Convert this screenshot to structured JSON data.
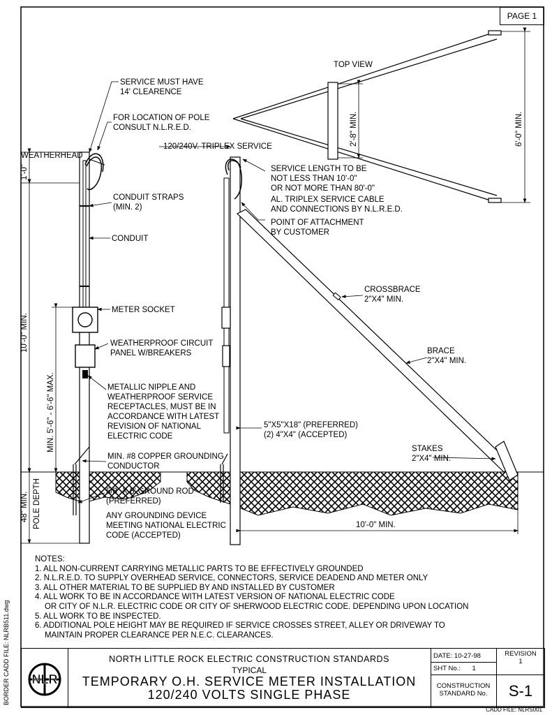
{
  "page_label": "PAGE 1",
  "side_label": "BORDER CADD FILE: NLRB511.dwg",
  "cadd_file": "CADD FILE: NLRS001",
  "labels": {
    "top_view": "TOP VIEW",
    "service_must_1": "SERVICE MUST HAVE",
    "service_must_2": "14' CLEARENCE",
    "location_1": "FOR LOCATION OF POLE",
    "location_2": "CONSULT N.L.R.E.D.",
    "triplex": "120/240V. TRIPLEX SERVICE",
    "weatherhead": "WEATHERHEAD",
    "service_len_1": "SERVICE LENGTH TO BE",
    "service_len_2": "NOT LESS THAN 10'-0\"",
    "service_len_3": "OR NOT MORE THAN 80'-0\"",
    "service_len_4": "AL. TRIPLEX SERVICE CABLE",
    "service_len_5": "AND CONNECTIONS BY N.L.R.E.D.",
    "attach_1": "POINT OF ATTACHMENT",
    "attach_2": "BY CUSTOMER",
    "straps_1": "CONDUIT STRAPS",
    "straps_2": "(MIN. 2)",
    "conduit": "CONDUIT",
    "crossbrace_1": "CROSSBRACE",
    "crossbrace_2": "2\"X4\" MIN.",
    "meter_socket": "METER SOCKET",
    "panel_1": "WEATHERPROOF CIRCUIT",
    "panel_2": "PANEL W/BREAKERS",
    "brace_1": "BRACE",
    "brace_2": "2\"X4\" MIN.",
    "nipple_1": "METALLIC NIPPLE AND",
    "nipple_2": "WEATHERPROOF SERVICE",
    "nipple_3": "RECEPTACLES, MUST BE IN",
    "nipple_4": "ACCORDANCE WITH LATEST",
    "nipple_5": "REVISION OF NATIONAL",
    "nipple_6": "ELECTRIC CODE",
    "post_1": "5\"X5\"X18\" (PREFERRED)",
    "post_2": "(2) 4\"X4\" (ACCEPTED)",
    "stakes_1": "STAKES",
    "stakes_2": "2\"X4\" MIN.",
    "ground_cond_1": "MIN. #8 COPPER GROUNDING",
    "ground_cond_2": "CONDUCTOR",
    "rod_1": "5/8\" X 8' GROUND ROD",
    "rod_2": "(PREFERRED)",
    "device_1": "ANY GROUNDING DEVICE",
    "device_2": "MEETING NATIONAL ELECTRIC",
    "device_3": "CODE (ACCEPTED)"
  },
  "dimensions": {
    "d_1ft": "1'-0\"",
    "d_10ft_min": "10'-0\" MIN.",
    "d_5_6": "MIN. 5'-6\" - 6'-6\" MAX.",
    "d_48": "48\" MIN.",
    "d_pole_depth": "POLE DEPTH",
    "d_2_8": "2'-8\" MIN.",
    "d_6_0": "6'-0\" MIN.",
    "d_10_bottom": "10'-0\" MIN."
  },
  "notes_heading": "NOTES:",
  "notes": [
    "1. ALL NON-CURRENT CARRYING METALLIC PARTS TO BE EFFECTIVELY GROUNDED",
    "2. N.L.R.E.D. TO SUPPLY OVERHEAD SERVICE, CONNECTORS, SERVICE DEADEND AND METER ONLY",
    "3. ALL OTHER MATERIAL TO BE SUPPLIED BY AND INSTALLED BY CUSTOMER",
    "4. ALL WORK TO BE IN ACCORDANCE WITH LATEST VERSION OF NATIONAL ELECTRIC CODE",
    "    OR CITY OF N.L.R. ELECTRIC CODE OR CITY OF SHERWOOD ELECTRIC CODE. DEPENDING UPON LOCATION",
    "5. ALL WORK TO BE INSPECTED.",
    "6. ADDITIONAL POLE HEIGHT MAY BE REQUIRED IF SERVICE CROSSES STREET, ALLEY OR DRIVEWAY TO",
    "    MAINTAIN PROPER CLEARANCE PER N.E.C. CLEARANCES."
  ],
  "title_block": {
    "org": "NORTH LITTLE ROCK ELECTRIC CONSTRUCTION STANDARDS",
    "typical": "TYPICAL",
    "title_1": "TEMPORARY O.H. SERVICE METER INSTALLATION",
    "title_2": "120/240 VOLTS SINGLE PHASE",
    "date_label": "DATE: 10-27-98",
    "sht_label": "SHT No.:",
    "sht_value": "1",
    "revision_label": "REVISION",
    "revision_value": "1",
    "const_std_1": "CONSTRUCTION",
    "const_std_2": "STANDARD No.",
    "std_value": "S-1",
    "logo_text": "NLR"
  }
}
